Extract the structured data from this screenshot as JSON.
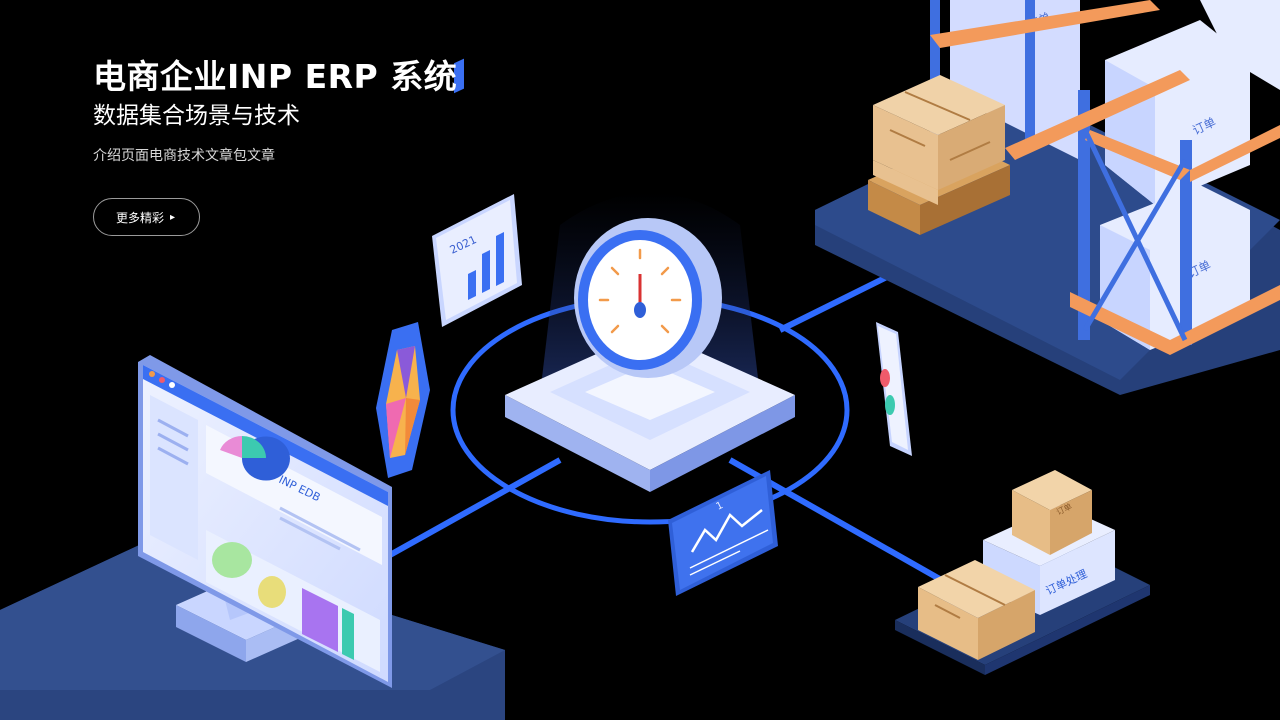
{
  "hero": {
    "title": "电商企业INP ERP 系统",
    "subtitle": "数据集合场景与技术",
    "description": "介绍页面电商技术文章包文章",
    "cta_label": "更多精彩",
    "cta_icon": "arrow-right-icon"
  },
  "illustration": {
    "chart_card_label": "2021",
    "browser_text": "INP EDB",
    "line_card_label": "1",
    "shelf_label_top": "订单",
    "shelf_label_mid": "订单",
    "shelf_label_bottom": "订单",
    "box_label_top": "订单",
    "stack_label": "订单处理"
  },
  "colors": {
    "background": "#000000",
    "accent_blue": "#2f6bff",
    "panel_light": "#e6ecff",
    "shelf_frame": "#4a7be0",
    "shelf_orange": "#f39a5b",
    "box_tan": "#e8c9a0",
    "platform": "#243a6e"
  }
}
